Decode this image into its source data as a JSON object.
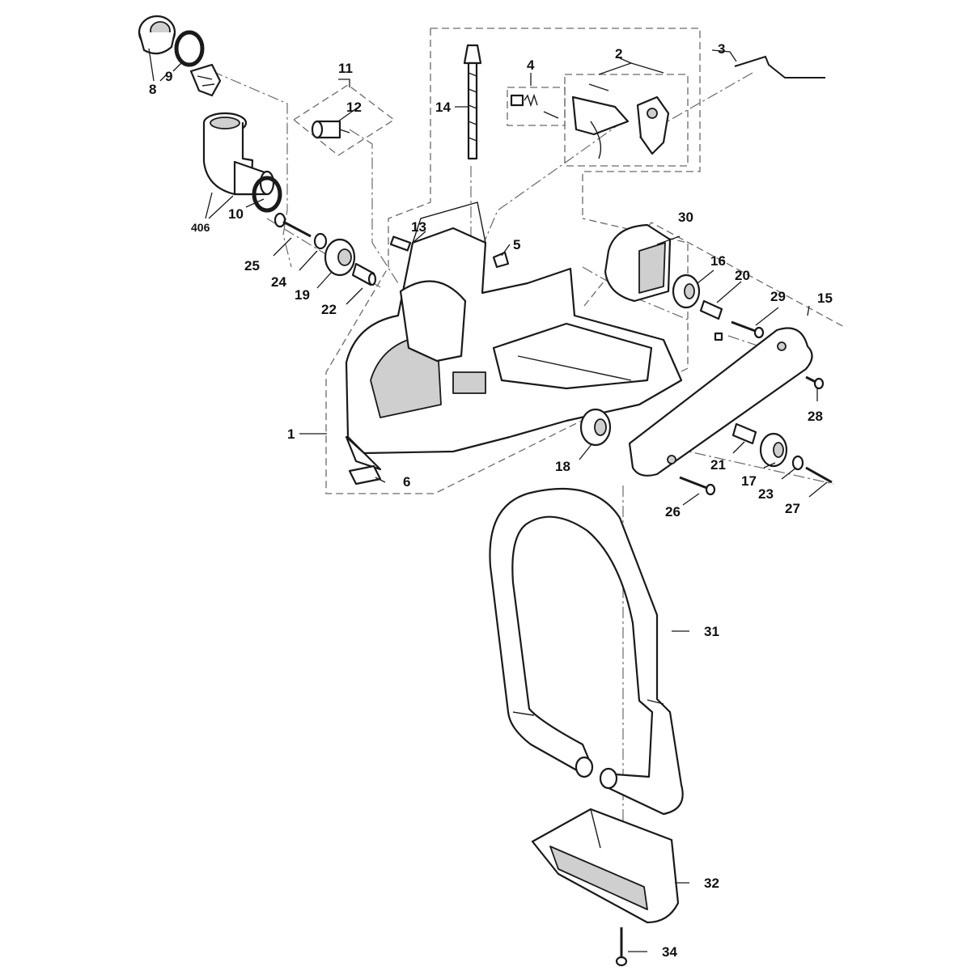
{
  "callouts": {
    "c1": "1",
    "c2": "2",
    "c3": "3",
    "c4": "4",
    "c5": "5",
    "c6": "6",
    "c8": "8",
    "c9": "9",
    "c10": "10",
    "c11": "11",
    "c12": "12",
    "c13": "13",
    "c14": "14",
    "c15": "15",
    "c16": "16",
    "c17": "17",
    "c18": "18",
    "c19": "19",
    "c20": "20",
    "c21": "21",
    "c22": "22",
    "c23": "23",
    "c24": "24",
    "c25": "25",
    "c26": "26",
    "c27": "27",
    "c28": "28",
    "c29": "29",
    "c30": "30",
    "c31": "31",
    "c32": "32",
    "c34": "34",
    "c406": "406"
  },
  "colors": {
    "line": "#1a1a1a",
    "shade": "#cfcfcf",
    "guide": "#6a6a6a",
    "background": "#ffffff"
  }
}
